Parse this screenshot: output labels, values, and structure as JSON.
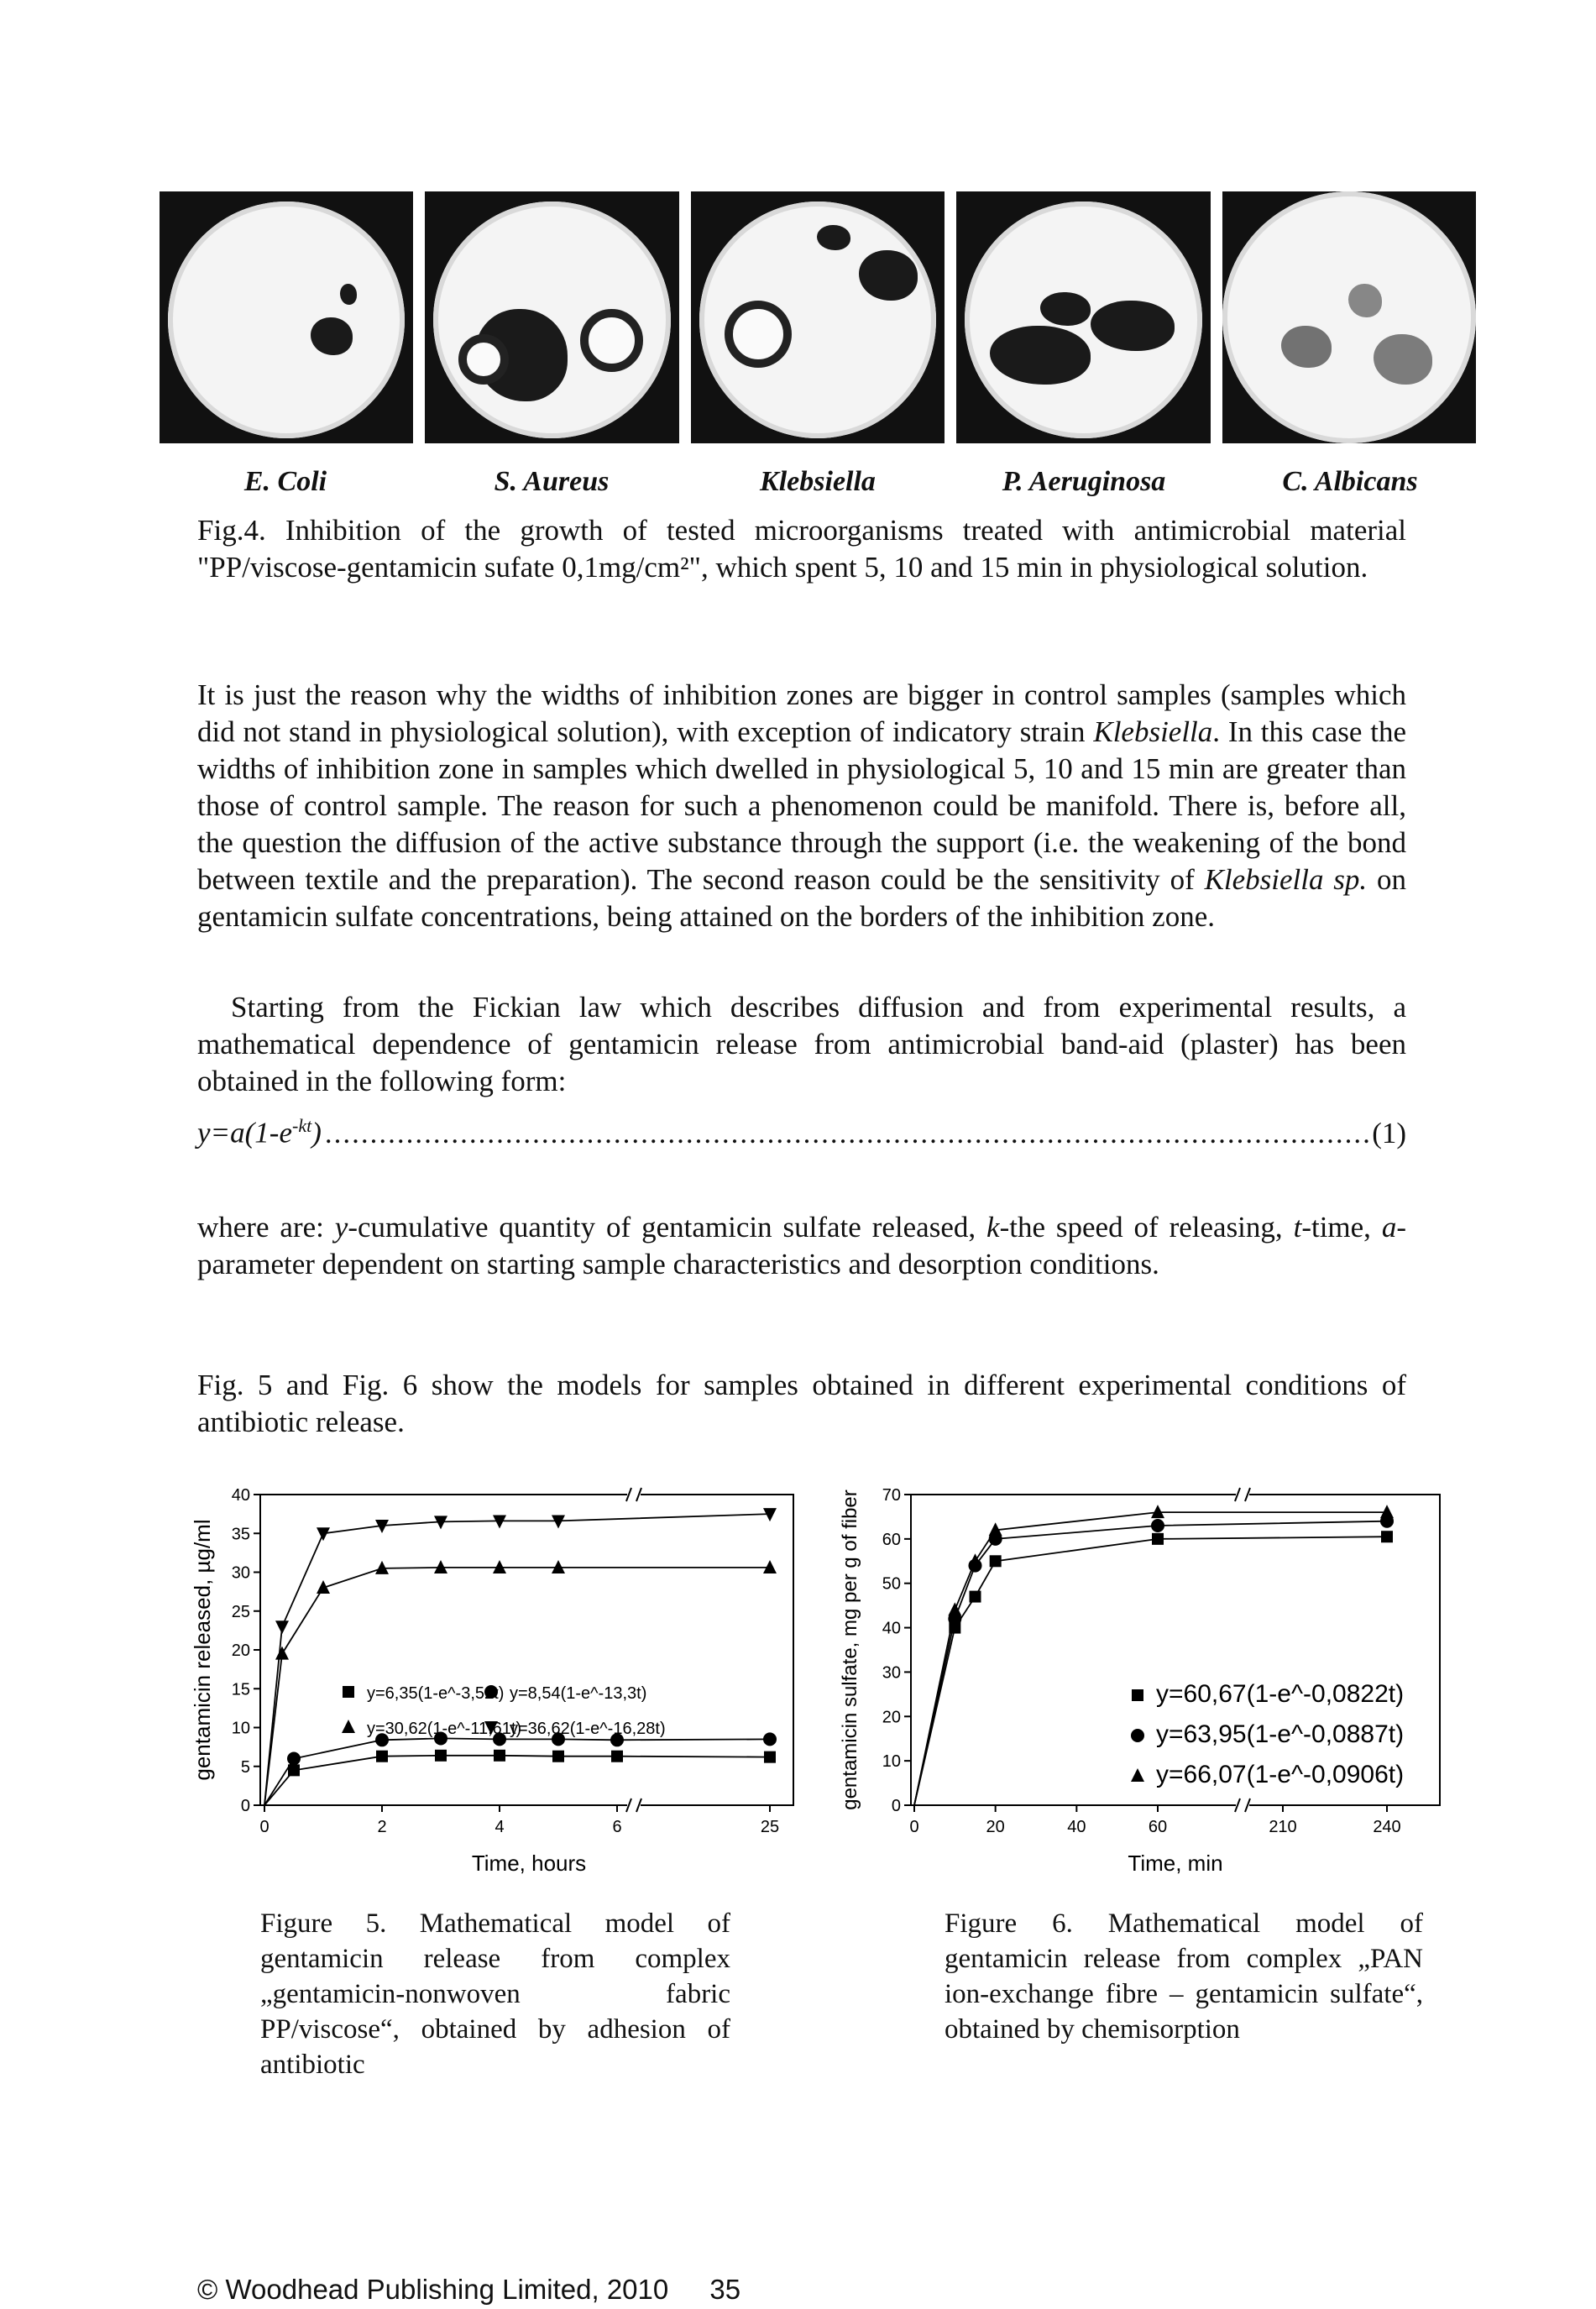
{
  "photo_labels": [
    "E. Coli",
    "S. Aureus",
    "Klebsiella",
    "P. Aeruginosa",
    "C. Albicans"
  ],
  "fig4_caption": "Fig.4. Inhibition of the growth of tested microorganisms treated with antimicrobial material \"PP/viscose-gentamicin sufate 0,1mg/cm²\", which spent 5, 10 and 15 min in physiological solution.",
  "para1": {
    "text_a": "It is just the reason why the widths of inhibition zones are bigger in control samples (samples which did not stand in physiological solution), with exception of indicatory strain ",
    "italic_a": "Klebsiella",
    "text_b": ". In this case the widths of inhibition zone in samples which dwelled in physiological 5, 10 and 15 min are greater than those of control sample. The reason for such a phenomenon could be manifold. There is, before all, the question the diffusion of the active substance through the support (i.e. the weakening of the bond between textile and the preparation). The second reason could be the sensitivity of ",
    "italic_b": "Klebsiella sp.",
    "text_c": " on gentamicin sulfate concentrations, being attained on the borders of the inhibition zone."
  },
  "para2": "Starting from the Fickian law which describes diffusion and from experimental results, a mathematical dependence of gentamicin release from antimicrobial band-aid (plaster) has been obtained in the following form:",
  "equation": {
    "lhs": "y=a(1-e",
    "exp": "-kt",
    "rhs": ")",
    "number": "(1)"
  },
  "where_text": {
    "a": "where are: ",
    "y": "y",
    "b": "-cumulative quantity of gentamicin sulfate released, ",
    "k": "k",
    "c": "-the speed of releasing, ",
    "t": "t",
    "d": "-time, ",
    "aa": "a",
    "e": "- parameter dependent on starting sample characteristics and desorption conditions."
  },
  "para3": "Fig. 5 and Fig. 6 show the models for samples obtained in different experimental conditions of antibiotic release.",
  "fig5_caption": "Figure 5. Mathematical model of gentamicin release from complex „gentamicin-nonwoven fabric PP/viscose“, obtained by adhesion of antibiotic",
  "fig6_caption": "Figure 6. Mathematical model of gentamicin release from complex „PAN ion-exchange fibre – gentamicin sulfate“, obtained by chemisorption",
  "footer": "© Woodhead Publishing Limited, 2010",
  "page_number": "35",
  "chart_data": [
    {
      "type": "line",
      "xlabel": "Time, hours",
      "ylabel": "gentamicin released, µg/ml",
      "x_ticks": [
        "0",
        "2",
        "4",
        "6",
        "25"
      ],
      "y_ticks": [
        "0",
        "5",
        "10",
        "15",
        "20",
        "25",
        "30",
        "35",
        "40"
      ],
      "ylim": [
        0,
        40
      ],
      "axis_break": true,
      "series": [
        {
          "name": "y=6,35(1-e^-3,52t)",
          "marker": "square",
          "x": [
            0,
            0.5,
            2,
            3,
            4,
            5,
            6,
            25
          ],
          "values": [
            0,
            4.5,
            6.3,
            6.4,
            6.4,
            6.3,
            6.3,
            6.2
          ]
        },
        {
          "name": "y=8,54(1-e^-13,3t)",
          "marker": "circle",
          "x": [
            0,
            0.5,
            2,
            3,
            4,
            5,
            6,
            25
          ],
          "values": [
            0,
            6.0,
            8.4,
            8.6,
            8.5,
            8.5,
            8.4,
            8.5
          ]
        },
        {
          "name": "y=30,62(1-e^-11,61t)",
          "marker": "triangle-up",
          "x": [
            0,
            0.3,
            1,
            2,
            3,
            4,
            5,
            25
          ],
          "values": [
            0,
            19.5,
            28,
            30.5,
            30.6,
            30.6,
            30.6,
            30.6
          ]
        },
        {
          "name": "y=36,62(1-e^-16,28t)",
          "marker": "triangle-down",
          "x": [
            0,
            0.3,
            1,
            2,
            3,
            4,
            5,
            25
          ],
          "values": [
            0,
            23,
            35,
            36,
            36.5,
            36.6,
            36.6,
            37.5
          ]
        }
      ]
    },
    {
      "type": "line",
      "xlabel": "Time, min",
      "ylabel": "gentamicin sulfate, mg per g of fiber",
      "x_ticks": [
        "0",
        "20",
        "40",
        "60",
        "210",
        "240"
      ],
      "y_ticks": [
        "0",
        "10",
        "20",
        "30",
        "40",
        "50",
        "60",
        "70"
      ],
      "ylim": [
        0,
        70
      ],
      "axis_break": true,
      "series": [
        {
          "name": "y=60,67(1-e^-0,0822t)",
          "marker": "square",
          "x": [
            0,
            10,
            15,
            20,
            60,
            240
          ],
          "values": [
            0,
            40,
            47,
            55,
            60,
            60.5
          ]
        },
        {
          "name": "y=63,95(1-e^-0,0887t)",
          "marker": "circle",
          "x": [
            0,
            10,
            15,
            20,
            60,
            240
          ],
          "values": [
            0,
            42,
            54,
            60,
            63,
            64
          ]
        },
        {
          "name": "y=66,07(1-e^-0,0906t)",
          "marker": "triangle-up",
          "x": [
            0,
            10,
            15,
            20,
            60,
            240
          ],
          "values": [
            0,
            44,
            55,
            62,
            66,
            66
          ]
        }
      ]
    }
  ]
}
